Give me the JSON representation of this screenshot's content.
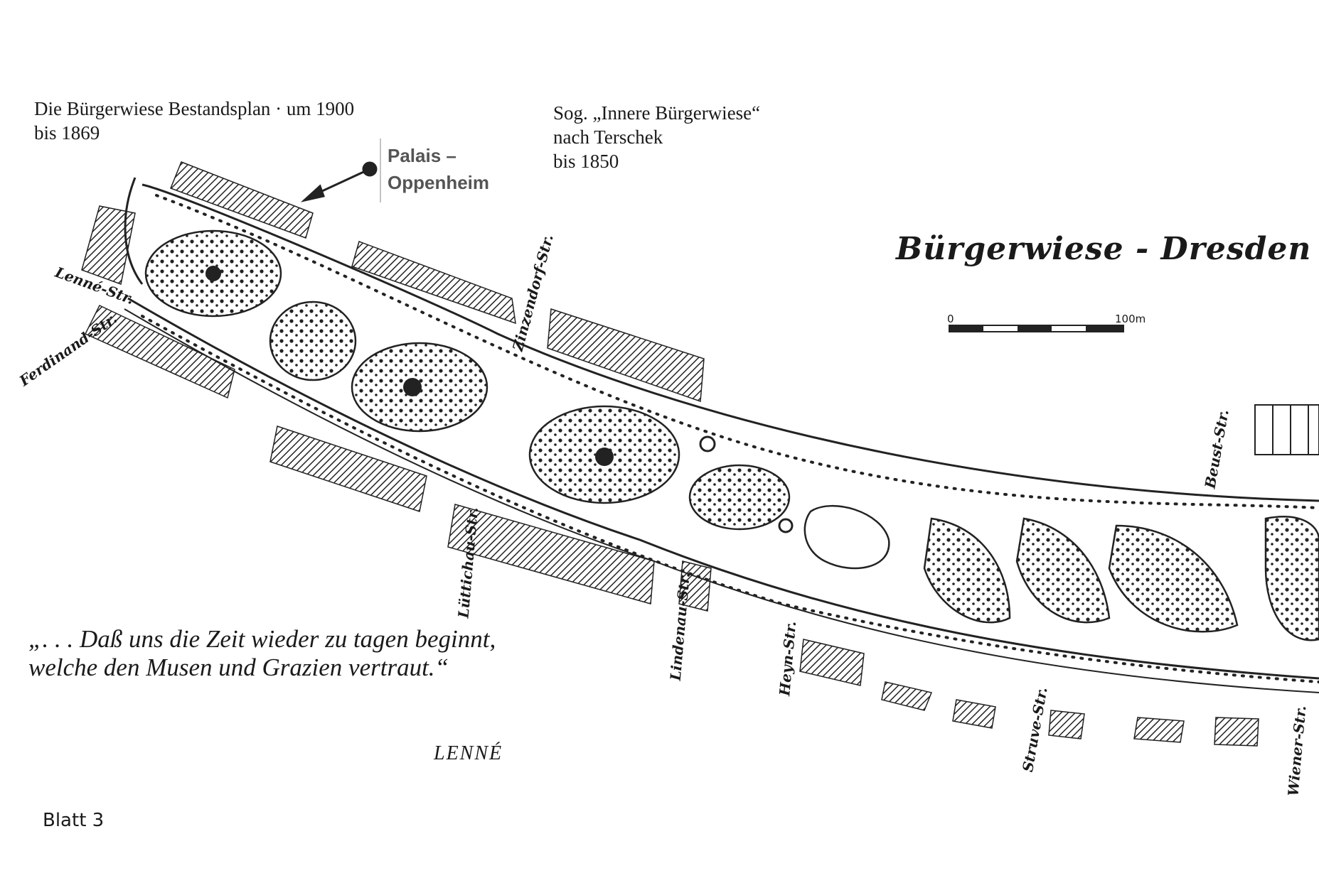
{
  "captions": {
    "bestandsplan_line1": "Die Bürgerwiese Bestandsplan · um 1900",
    "bestandsplan_line2": "bis 1869",
    "innere_line1": "Sog. „Innere Bürgerwiese“",
    "innere_line2": "nach Terschek",
    "innere_line3": "bis 1850"
  },
  "palais": {
    "line1": "Palais –",
    "line2": "Oppenheim"
  },
  "map_title": "Bürgerwiese - Dresden",
  "scale_bar": {
    "start_label": "0",
    "end_label": "100m"
  },
  "streets": {
    "lenne": "Lenné-Str.",
    "ferdinand": "Ferdinand-Str.",
    "zinzendorf": "Zinzendorf-Str.",
    "luettichau": "Lüttichau-Str.",
    "lindenau": "Lindenau-Str.",
    "heyn": "Heyn-Str.",
    "beust": "Beust-Str.",
    "struve": "Struve-Str.",
    "wiener": "Wiener-Str."
  },
  "quote": {
    "line1": "„. . . Daß uns die Zeit wieder zu tagen beginnt,",
    "line2": "welche den Musen und Grazien vertraut.“",
    "author": "LENNÉ"
  },
  "sheet_label": "Blatt 3",
  "colors": {
    "ink": "#1a1a1a",
    "paper": "#ffffff",
    "palais_text": "#555555"
  }
}
